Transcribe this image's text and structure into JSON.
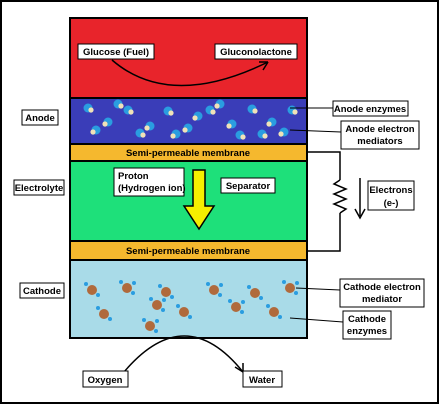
{
  "diagram": {
    "anode_reaction": {
      "reactant": "Glucose (Fuel)",
      "product": "Gluconolactone"
    },
    "membrane_top": "Semi-permeable membrane",
    "membrane_bottom": "Semi-permeable membrane",
    "proton_label": [
      "Proton",
      "(Hydrogen ion)"
    ],
    "separator_label": "Separator",
    "cathode_reaction": {
      "reactant": "Oxygen",
      "product": "Water"
    },
    "left_labels": {
      "anode": "Anode",
      "electrolyte": "Electrolyte",
      "cathode": "Cathode"
    },
    "right_labels": {
      "anode_enzymes": "Anode enzymes",
      "anode_mediators": [
        "Anode electron",
        "mediators"
      ],
      "electrons": [
        "Electrons",
        "(e-)"
      ],
      "cathode_mediator": [
        "Cathode electron",
        "mediator"
      ],
      "cathode_enzymes": [
        "Cathode",
        "enzymes"
      ]
    },
    "colors": {
      "anode_chamber": "#e8242b",
      "anode_layer": "#3a3db8",
      "membrane": "#f5b82e",
      "electrolyte": "#1ee07a",
      "cathode_layer": "#a9dbe8",
      "proton_arrow": "#f5ef00",
      "enzyme_dot": "#2a9de0",
      "mediator_dot": "#f0e2b8",
      "cathode_molecule": "#b06a3c"
    }
  }
}
